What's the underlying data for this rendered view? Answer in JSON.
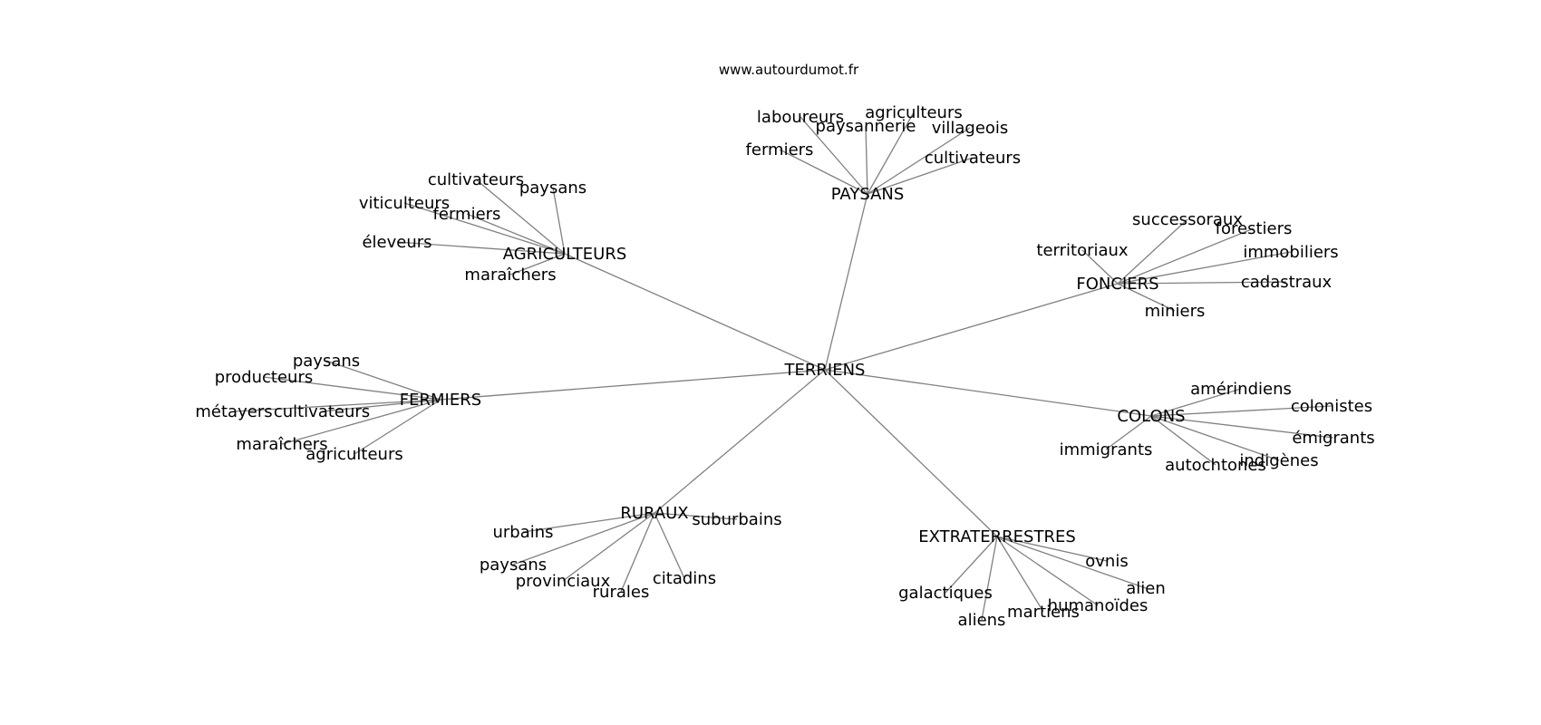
{
  "site": "www.autourdumot.fr",
  "colors": {
    "edge": "#808080",
    "text": "#000000",
    "background": "#ffffff"
  },
  "root": "TERRIENS",
  "groups": [
    {
      "label": "PAYSANS",
      "children": [
        "laboureurs",
        "agriculteurs",
        "paysannerie",
        "villageois",
        "fermiers",
        "cultivateurs"
      ]
    },
    {
      "label": "AGRICULTEURS",
      "children": [
        "cultivateurs",
        "paysans",
        "viticulteurs",
        "fermiers",
        "éleveurs",
        "maraîchers"
      ]
    },
    {
      "label": "FONCIERS",
      "children": [
        "successoraux",
        "forestiers",
        "territoriaux",
        "immobiliers",
        "cadastraux",
        "miniers"
      ]
    },
    {
      "label": "FERMIERS",
      "children": [
        "paysans",
        "producteurs",
        "métayers",
        "cultivateurs",
        "maraîchers",
        "agriculteurs"
      ]
    },
    {
      "label": "COLONS",
      "children": [
        "amérindiens",
        "colonistes",
        "émigrants",
        "immigrants",
        "indigènes",
        "autochtones"
      ]
    },
    {
      "label": "RURAUX",
      "children": [
        "suburbains",
        "urbains",
        "paysans",
        "provinciaux",
        "citadins",
        "rurales"
      ]
    },
    {
      "label": "EXTRATERRESTRES",
      "children": [
        "ovnis",
        "alien",
        "galactiques",
        "humanoïdes",
        "martiens",
        "aliens"
      ]
    }
  ]
}
